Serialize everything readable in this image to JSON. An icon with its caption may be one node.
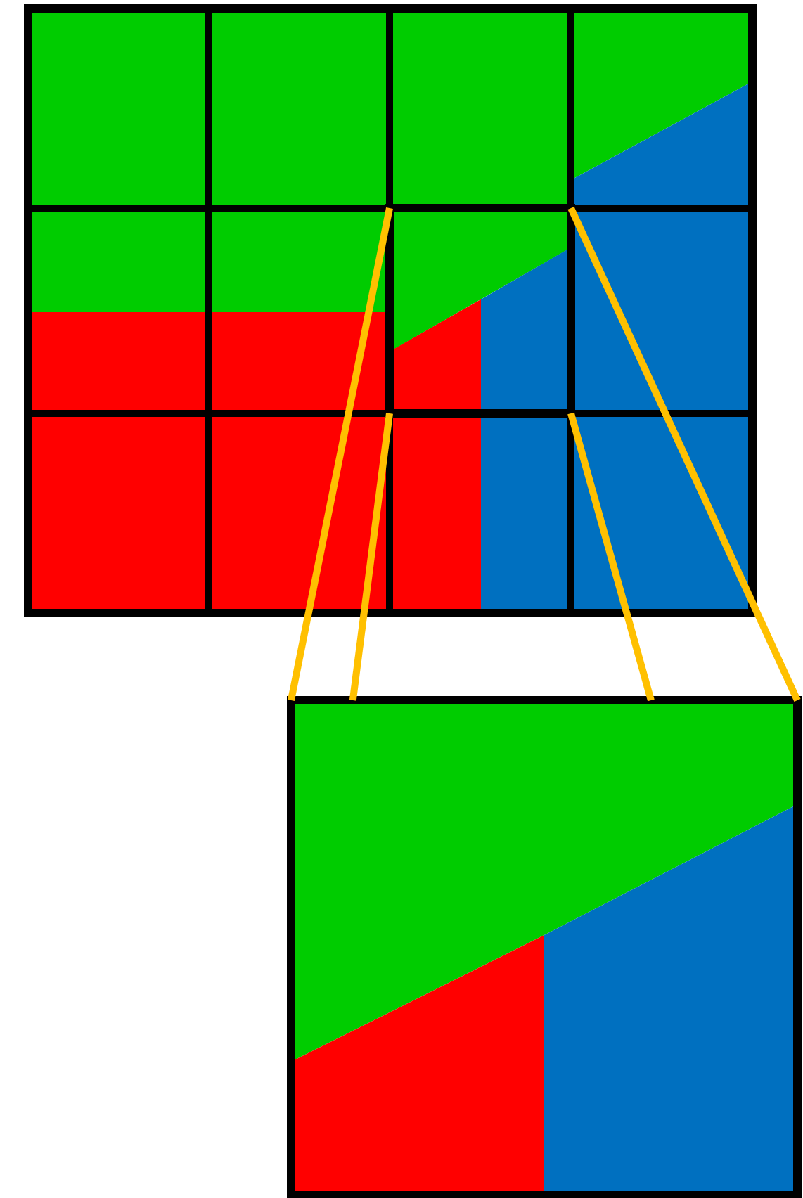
{
  "diagram": {
    "nodes": [
      {
        "text": [],
        "shape": "box"
      },
      {
        "text": [],
        "shape": "box",
        "in": 0
      },
      {
        "text": [],
        "shape": "box"
      }
    ],
    "edges": [
      {
        "from": 1,
        "to": 2,
        "arrow": "none"
      },
      {
        "from": 1,
        "to": 2,
        "arrow": "none"
      },
      {
        "from": 1,
        "to": 2,
        "arrow": "none"
      },
      {
        "from": 1,
        "to": 2,
        "arrow": "none"
      }
    ]
  }
}
